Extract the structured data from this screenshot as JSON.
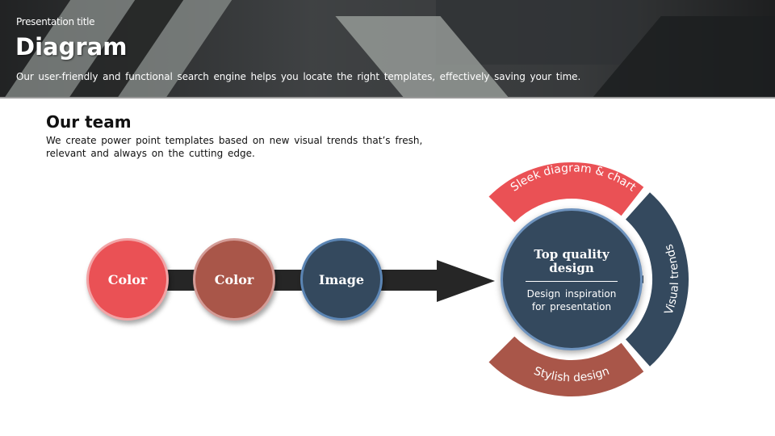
{
  "header": {
    "presentation_title": "Presentation title",
    "title": "Diagram",
    "subtitle": "Our user-friendly and functional search engine helps you locate the right templates, effectively saving your time."
  },
  "section": {
    "title": "Our team",
    "description": "We create power point templates based on new visual trends that’s fresh, relevant and always on the cutting edge."
  },
  "flow": {
    "nodes": [
      {
        "label": "Color",
        "color": "#ea5155"
      },
      {
        "label": "Color",
        "color": "#a95649"
      },
      {
        "label": "Image",
        "color": "#34495e"
      }
    ],
    "arrow_color": "#262626"
  },
  "hub": {
    "title_line1": "Top quality",
    "title_line2": "design",
    "subtitle_line1": "Design inspiration",
    "subtitle_line2": "for presentation",
    "color": "#34495e",
    "segments": [
      {
        "label": "Sleek diagram & chart",
        "color": "#ea5155"
      },
      {
        "label": "Visual trends",
        "color": "#34495e"
      },
      {
        "label": "Stylish design",
        "color": "#a95649"
      }
    ]
  }
}
